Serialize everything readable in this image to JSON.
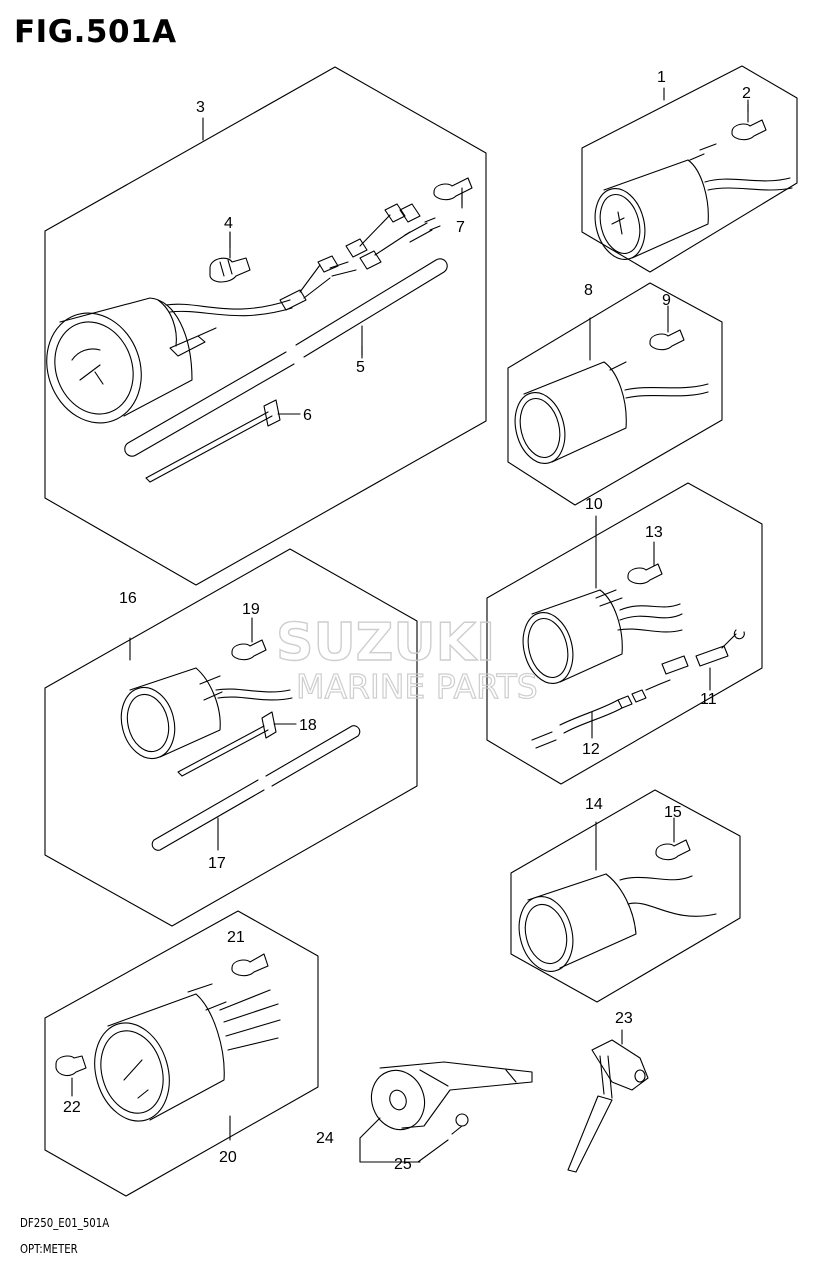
{
  "figure": {
    "title": "FIG.501A",
    "footer_code": "DF250_E01_501A",
    "footer_name": "OPT:METER"
  },
  "watermark": {
    "line1": "SUZUKI",
    "line2": "MARINE PARTS"
  },
  "callouts": {
    "c1": "1",
    "c2": "2",
    "c3": "3",
    "c4": "4",
    "c5": "5",
    "c6": "6",
    "c7": "7",
    "c8": "8",
    "c9": "9",
    "c10": "10",
    "c11": "11",
    "c12": "12",
    "c13": "13",
    "c14": "14",
    "c15": "15",
    "c16": "16",
    "c17": "17",
    "c18": "18",
    "c19": "19",
    "c20": "20",
    "c21": "21",
    "c22": "22",
    "c23": "23",
    "c24": "24",
    "c25": "25"
  },
  "colors": {
    "line": "#000000",
    "watermark": "#c9c9c9"
  }
}
